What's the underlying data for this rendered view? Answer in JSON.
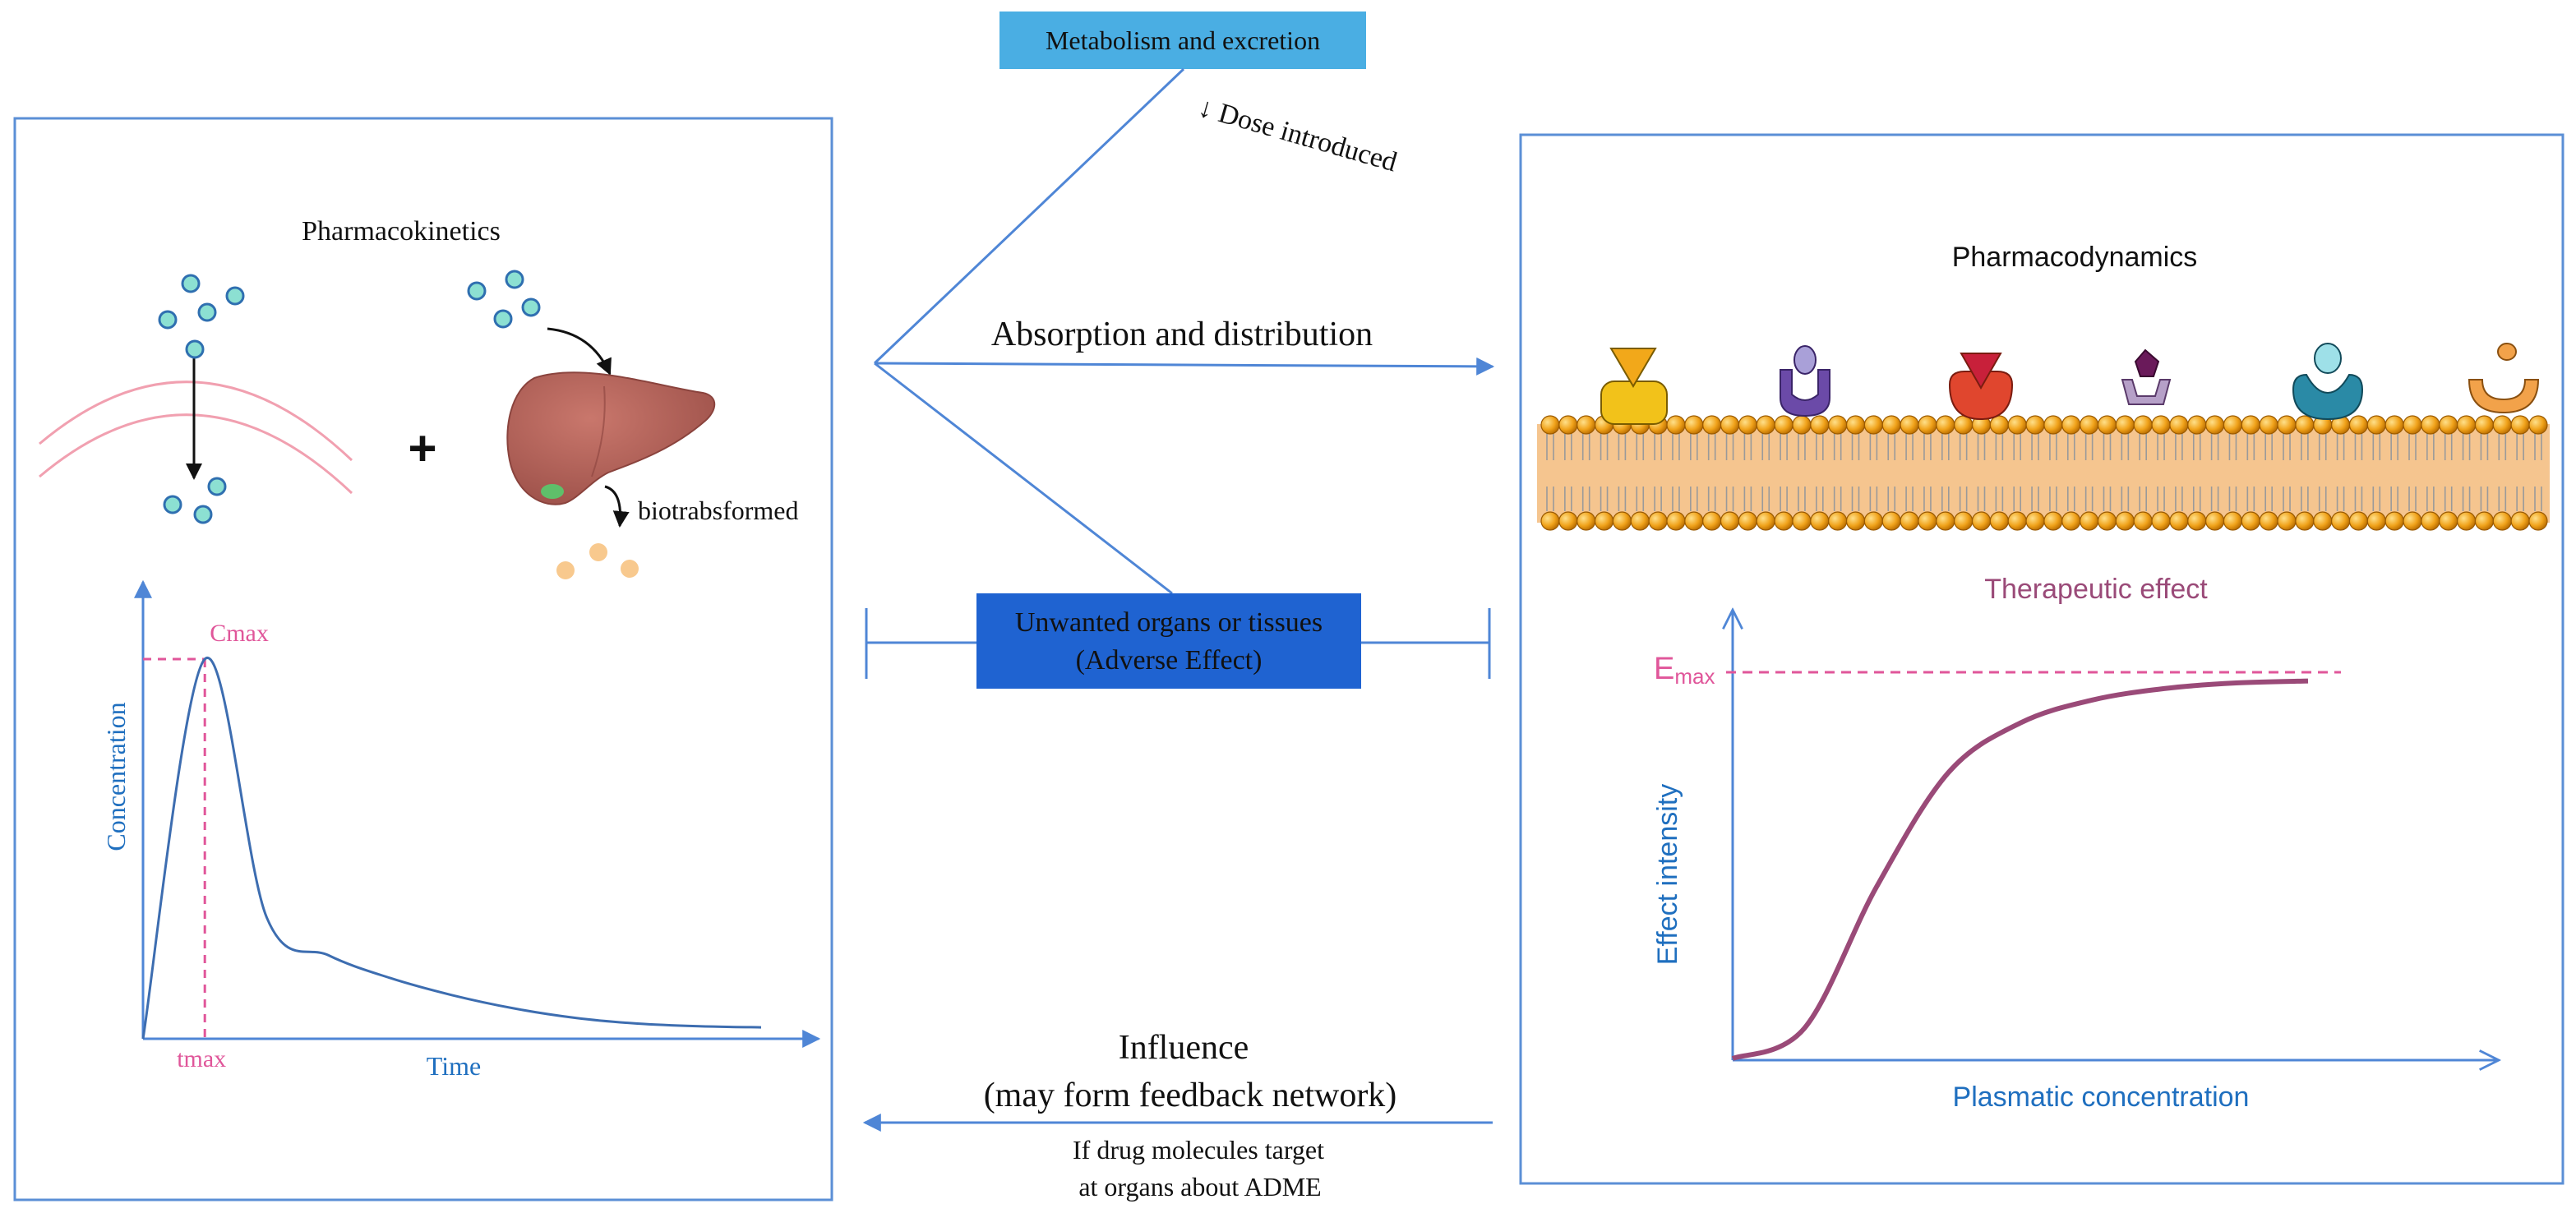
{
  "colors": {
    "frame": "#5b8fd6",
    "arrow": "#4f86d6",
    "pink": "#e0569a",
    "curve_pk": "#3d6db0",
    "curve_pd": "#9a4a78",
    "axis_label": "#1f6fbf",
    "therapeutic": "#9a4a78",
    "metab_box": "#4aaee3",
    "adverse_box": "#1f63d1",
    "dot_fill": "#8ce0d2",
    "dot_stroke": "#2f6fb0",
    "liver": "#b4635b",
    "membrane_orange": "#e89a14",
    "membrane_fill": "#f5c58f"
  },
  "center": {
    "metabolism_label": "Metabolism and excretion",
    "dose_label": "↓ Dose introduced",
    "absorption_label": "Absorption and distribution",
    "adverse_line1": "Unwanted organs or tissues",
    "adverse_line2": "(Adverse Effect)",
    "influence_line1": "Influence",
    "influence_line2": "(may form feedback network)",
    "target_line1": "If drug molecules target",
    "target_line2": "at organs about ADME"
  },
  "pk_panel": {
    "title": "Pharmacokinetics",
    "plus": "+",
    "biotrans_label": "biotrabsformed",
    "icons": [
      "drug-molecule-icon",
      "membrane-arc-icon",
      "liver-icon",
      "metabolite-icon"
    ],
    "chart_data": {
      "type": "line",
      "title": "",
      "xlabel": "Time",
      "ylabel": "Concentration",
      "annotations": [
        "Cmax",
        "tmax"
      ],
      "x": [
        0,
        1,
        2,
        3,
        4,
        5,
        6,
        7,
        8,
        9,
        10
      ],
      "y": [
        0,
        100,
        32,
        22,
        16,
        11.5,
        8,
        5.5,
        4,
        3.3,
        3
      ]
    }
  },
  "pd_panel": {
    "title": "Pharmacodynamics",
    "therapeutic_label": "Therapeutic effect",
    "icons": [
      "receptor-icon",
      "cell-membrane-icon"
    ],
    "chart_data": {
      "type": "line",
      "title": "",
      "xlabel": "Plasmatic concentration",
      "ylabel": "Effect intensity",
      "annotations": [
        "E",
        "max"
      ],
      "x": [
        0,
        1,
        2,
        3,
        4,
        5,
        6,
        7,
        8
      ],
      "y": [
        0,
        8,
        45,
        75,
        88,
        94,
        97,
        98.5,
        99
      ]
    }
  }
}
